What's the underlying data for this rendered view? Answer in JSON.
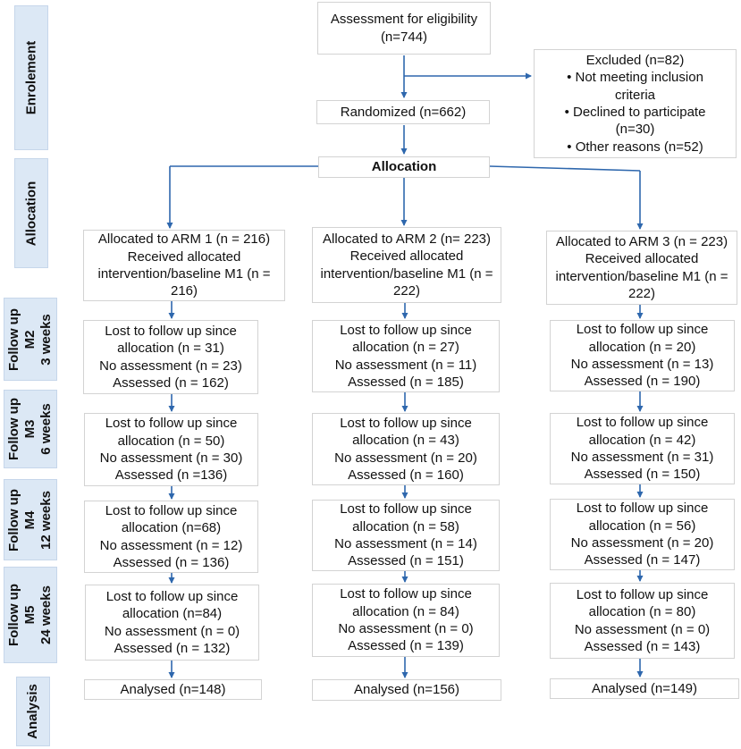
{
  "accent_color": "#2e67ad",
  "stage_color": "#dce8f5",
  "stages": {
    "enrolment": [
      "Enrolement"
    ],
    "allocation": [
      "Allocation"
    ],
    "m2": [
      "Follow up",
      "M2",
      "3 weeks"
    ],
    "m3": [
      "Follow up",
      "M3",
      "6 weeks"
    ],
    "m4": [
      "Follow up",
      "M4",
      "12 weeks"
    ],
    "m5": [
      "Follow up",
      "M5",
      "24 weeks"
    ],
    "analysis": [
      "Analysis"
    ]
  },
  "assessment": [
    "Assessment for eligibility",
    "(n=744)"
  ],
  "excluded": [
    "Excluded (n=82)",
    "• Not meeting inclusion",
    "criteria",
    "• Declined to participate",
    "(n=30)",
    "• Other reasons (n=52)"
  ],
  "randomized": "Randomized (n=662)",
  "allocation": "Allocation",
  "arms": [
    {
      "alloc": "Allocated to ARM 1 (n = 216) Received allocated intervention/baseline M1 (n = 216)",
      "m2": [
        "Lost to follow up since",
        "allocation (n = 31)",
        "No assessment (n = 23)",
        "Assessed (n = 162)"
      ],
      "m3": [
        "Lost to follow up since",
        "allocation (n = 50)",
        "No assessment (n = 30)",
        "Assessed (n =136)"
      ],
      "m4": [
        "Lost to follow up since",
        "allocation (n=68)",
        "No assessment (n = 12)",
        "Assessed (n = 136)"
      ],
      "m5": [
        "Lost to follow up since",
        "allocation (n=84)",
        "No assessment (n = 0)",
        "Assessed (n = 132)"
      ],
      "analysed": "Analysed  (n=148)"
    },
    {
      "alloc": "Allocated to ARM 2 (n= 223) Received allocated intervention/baseline M1 (n = 222)",
      "m2": [
        "Lost to follow up since",
        "allocation (n = 27)",
        "No assessment (n = 11)",
        "Assessed (n = 185)"
      ],
      "m3": [
        "Lost to follow up since",
        "allocation (n = 43)",
        "No assessment (n = 20)",
        "Assessed (n = 160)"
      ],
      "m4": [
        "Lost to follow up since",
        "allocation (n = 58)",
        "No assessment (n = 14)",
        "Assessed (n = 151)"
      ],
      "m5": [
        "Lost to follow up since",
        "allocation (n = 84)",
        "No assessment (n = 0)",
        "Assessed (n = 139)"
      ],
      "analysed": "Analysed  (n=156)"
    },
    {
      "alloc": "Allocated to ARM 3 (n = 223) Received allocated intervention/baseline M1 (n = 222)",
      "m2": [
        "Lost to follow up since",
        "allocation (n = 20)",
        "No assessment (n = 13)",
        "Assessed (n = 190)"
      ],
      "m3": [
        "Lost to follow up since",
        "allocation (n = 42)",
        "No assessment (n = 31)",
        "Assessed (n = 150)"
      ],
      "m4": [
        "Lost to follow up since",
        "allocation (n = 56)",
        "No assessment (n = 20)",
        "Assessed (n = 147)"
      ],
      "m5": [
        "Lost to follow up since",
        "allocation (n = 80)",
        "No assessment (n = 0)",
        "Assessed (n = 143)"
      ],
      "analysed": "Analysed  (n=149)"
    }
  ]
}
